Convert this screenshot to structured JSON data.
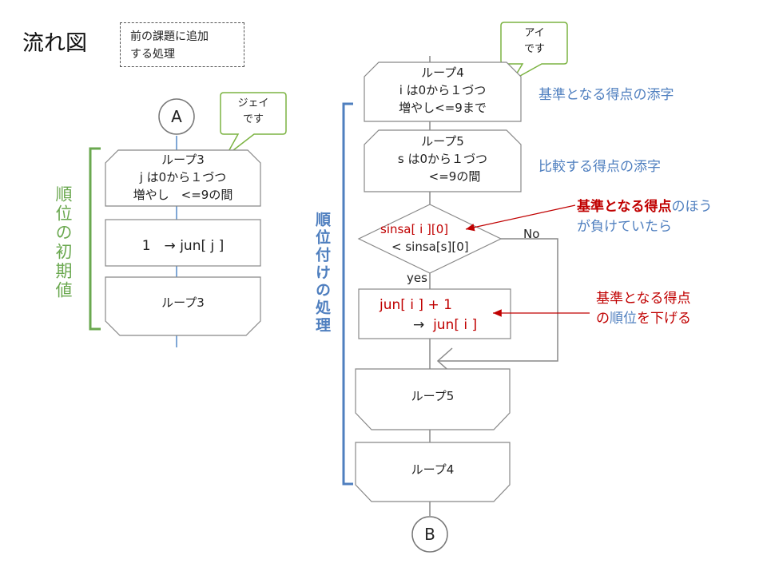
{
  "title": "流れ図",
  "note": {
    "line1": "前の課題に追加",
    "line2": "する処理"
  },
  "left": {
    "connector_a": "A",
    "callout": {
      "line1": "ジェイ",
      "line2": "です"
    },
    "loop3_start": {
      "line1": "ループ3",
      "line2": "j は0から１づつ",
      "line3": "増やし　<=9の間"
    },
    "process": "1　→ jun[ j ]",
    "loop3_end": "ループ3",
    "brace_label": "順位の初期値"
  },
  "right": {
    "callout": {
      "line1": "アイ",
      "line2": "です"
    },
    "loop4_start": {
      "line1": "ループ4",
      "line2": "i は0から１づつ",
      "line3": "増やし<=9まで"
    },
    "loop4_note": "基準となる得点の添字",
    "loop5_start": {
      "line1": "ループ5",
      "line2": "s は0から１づつ",
      "line3": "<=9の間"
    },
    "loop5_note": "比較する得点の添字",
    "decision": {
      "line1": "sinsa[ i ][0]",
      "line2": "<  sinsa[s][0]"
    },
    "no_label": "No",
    "yes_label": "yes",
    "decision_note": {
      "bold": "基準となる得点",
      "tail": "のほう",
      "line2": "が負けていたら"
    },
    "process": {
      "line1": "jun[ i ] + 1",
      "arrow": "→",
      "line2": "jun[ i ]"
    },
    "process_note": {
      "line1": "基準となる得点",
      "line2a": "の",
      "line2b": "順位",
      "line2c": "を下げる"
    },
    "loop5_end": "ループ5",
    "loop4_end": "ループ4",
    "connector_b": "B",
    "brace_label": "順位付けの処理"
  },
  "colors": {
    "blue": "#4f7fbf",
    "red": "#c00000",
    "green": "#6aa84f",
    "line": "#7a7a7a"
  }
}
